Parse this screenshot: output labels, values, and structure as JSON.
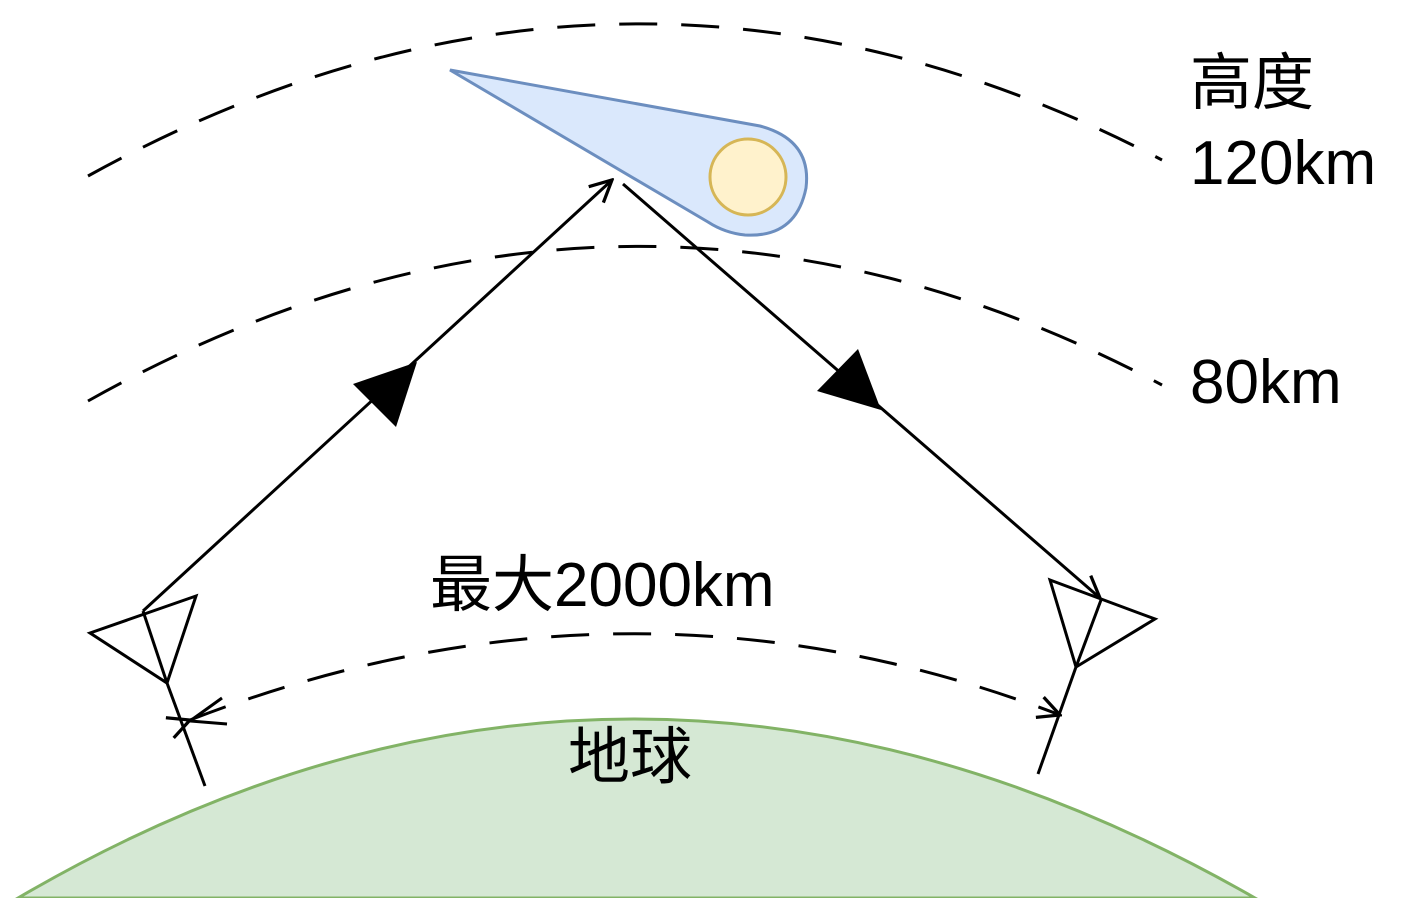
{
  "labels": {
    "altitude_heading": "高度",
    "altitude_upper": "120km",
    "altitude_lower": "80km",
    "max_distance": "最大2000km",
    "earth": "地球"
  },
  "colors": {
    "earth_fill": "#d5e8d4",
    "earth_stroke": "#82b366",
    "meteor_trail_fill": "#dae8fc",
    "meteor_trail_stroke": "#6c8ebf",
    "meteor_head_fill": "#fff2cc",
    "meteor_head_stroke": "#d6b656",
    "line": "#000000"
  },
  "icons": {
    "meteor": "meteor-icon",
    "transmitter_antenna": "antenna-icon",
    "receiver_antenna": "antenna-icon"
  }
}
